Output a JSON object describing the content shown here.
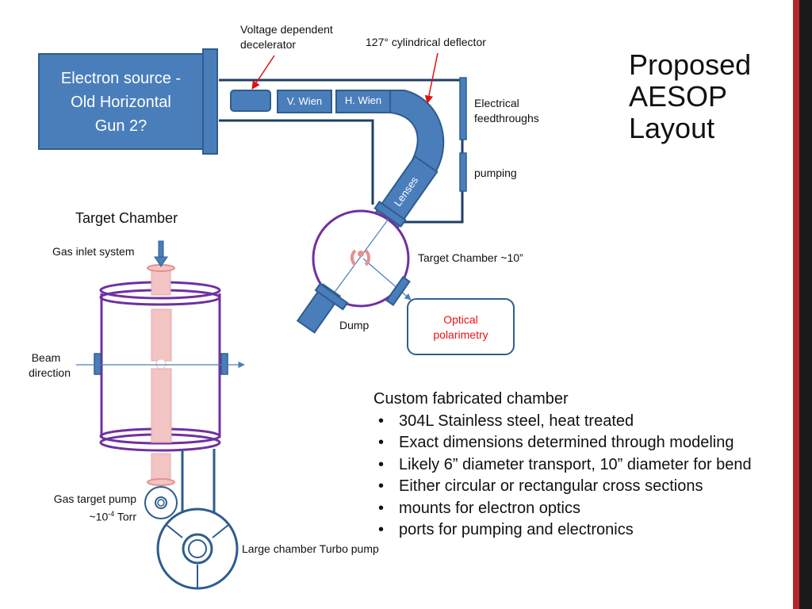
{
  "title": [
    "Proposed",
    "AESOP",
    "Layout"
  ],
  "source_box": {
    "lines": [
      "Electron source -",
      "Old Horizontal",
      "Gun 2?"
    ]
  },
  "components": {
    "v_wien": "V. Wien",
    "h_wien": "H. Wien",
    "lenses": "Lenses"
  },
  "labels": {
    "decelerator": [
      "Voltage dependent",
      "decelerator"
    ],
    "deflector": "127° cylindrical deflector",
    "feedthroughs": [
      "Electrical",
      "feedthroughs"
    ],
    "pumping": "pumping",
    "target_chamber_size": "Target Chamber ~10”",
    "dump": "Dump",
    "optical": [
      "Optical",
      "polarimetry"
    ],
    "target_chamber_heading": "Target Chamber",
    "gas_inlet": "Gas inlet system",
    "beam_direction": [
      "Beam",
      "direction"
    ],
    "gas_target_pump_line1": "Gas target pump",
    "gas_target_pump_prefix": "~10",
    "gas_target_pump_exp": "-4",
    "gas_target_pump_suffix": " Torr",
    "turbo_pump": "Large chamber Turbo pump"
  },
  "notes": {
    "heading": "Custom fabricated chamber",
    "items": [
      "304L Stainless steel, heat treated",
      "Exact dimensions determined through modeling",
      "Likely 6” diameter transport, 10” diameter for bend",
      "Either circular or rectangular cross sections",
      "mounts for electron optics",
      "ports for pumping and electronics"
    ],
    "bullet": "•"
  },
  "colors": {
    "blue_fill": "#4a7ebb",
    "blue_stroke": "#2e5d8e",
    "purple": "#7030a0",
    "pink": "#f2c4c4",
    "red_accent": "#e11111",
    "slide_bar": "#b3282d"
  }
}
